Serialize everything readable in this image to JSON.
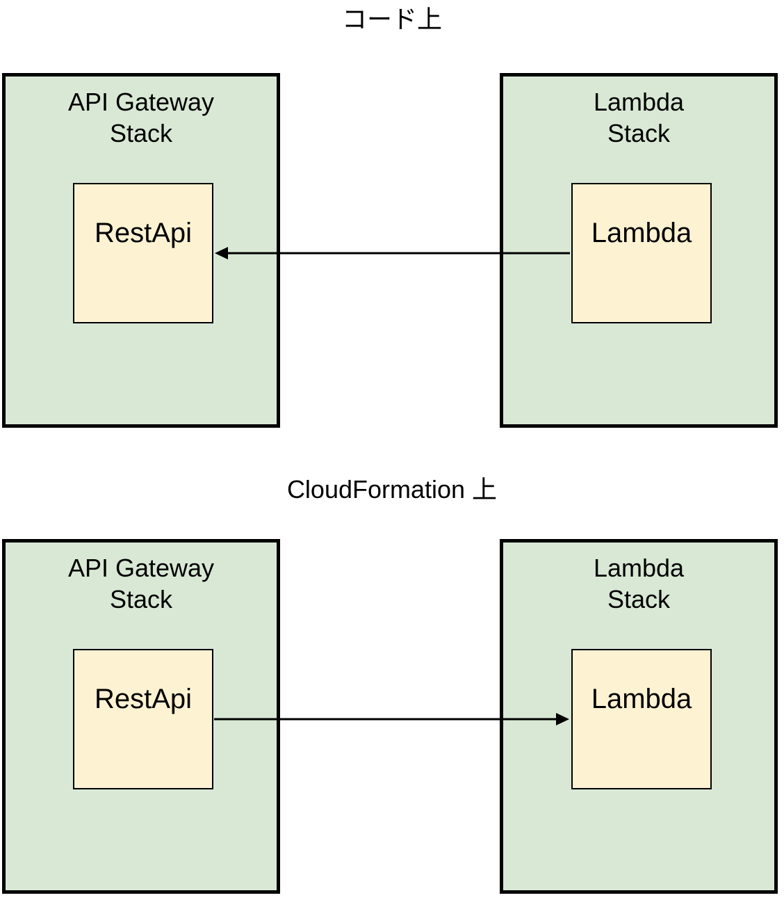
{
  "sections": [
    {
      "title": "コード上",
      "left_stack": {
        "line1": "API Gateway",
        "line2": "Stack",
        "resource": "RestApi"
      },
      "right_stack": {
        "line1": "Lambda",
        "line2": "Stack",
        "resource": "Lambda"
      },
      "arrow_direction": "right-to-left"
    },
    {
      "title": "CloudFormation 上",
      "left_stack": {
        "line1": "API Gateway",
        "line2": "Stack",
        "resource": "RestApi"
      },
      "right_stack": {
        "line1": "Lambda",
        "line2": "Stack",
        "resource": "Lambda"
      },
      "arrow_direction": "left-to-right"
    }
  ],
  "colors": {
    "stack_fill": "#d9e8d5",
    "resource_fill": "#fdf2d1",
    "stroke": "#000000"
  }
}
